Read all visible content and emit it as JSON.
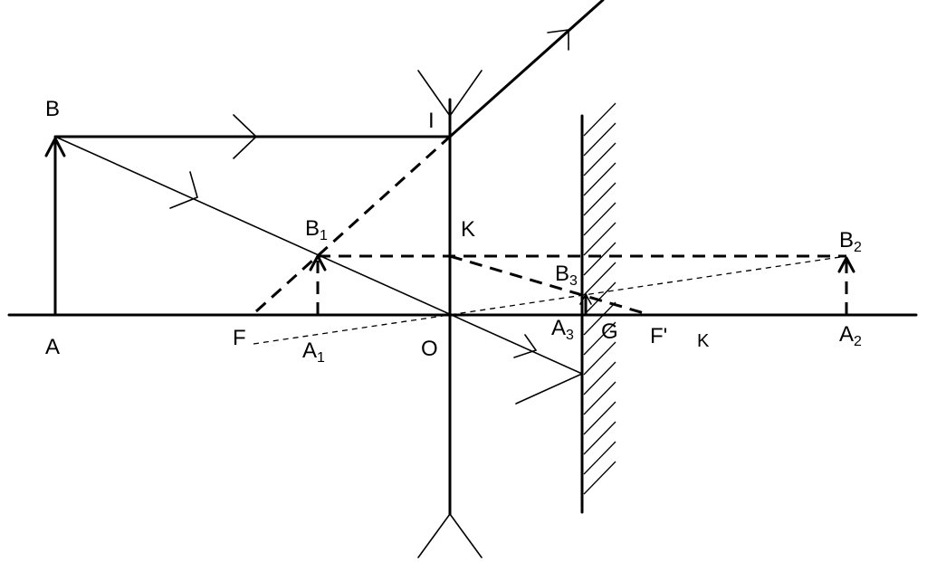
{
  "labels": {
    "A": "A",
    "B": "B",
    "I": "I",
    "K_upper": "K",
    "K_lower": "K",
    "B1_base": "B",
    "B1_sub": "1",
    "A1_base": "A",
    "A1_sub": "1",
    "B2_base": "B",
    "B2_sub": "2",
    "A2_base": "A",
    "A2_sub": "2",
    "B3_base": "B",
    "B3_sub": "3",
    "A3_base": "A",
    "A3_sub": "3",
    "F": "F",
    "F_prime": "F'",
    "O": "O",
    "G": "G"
  }
}
